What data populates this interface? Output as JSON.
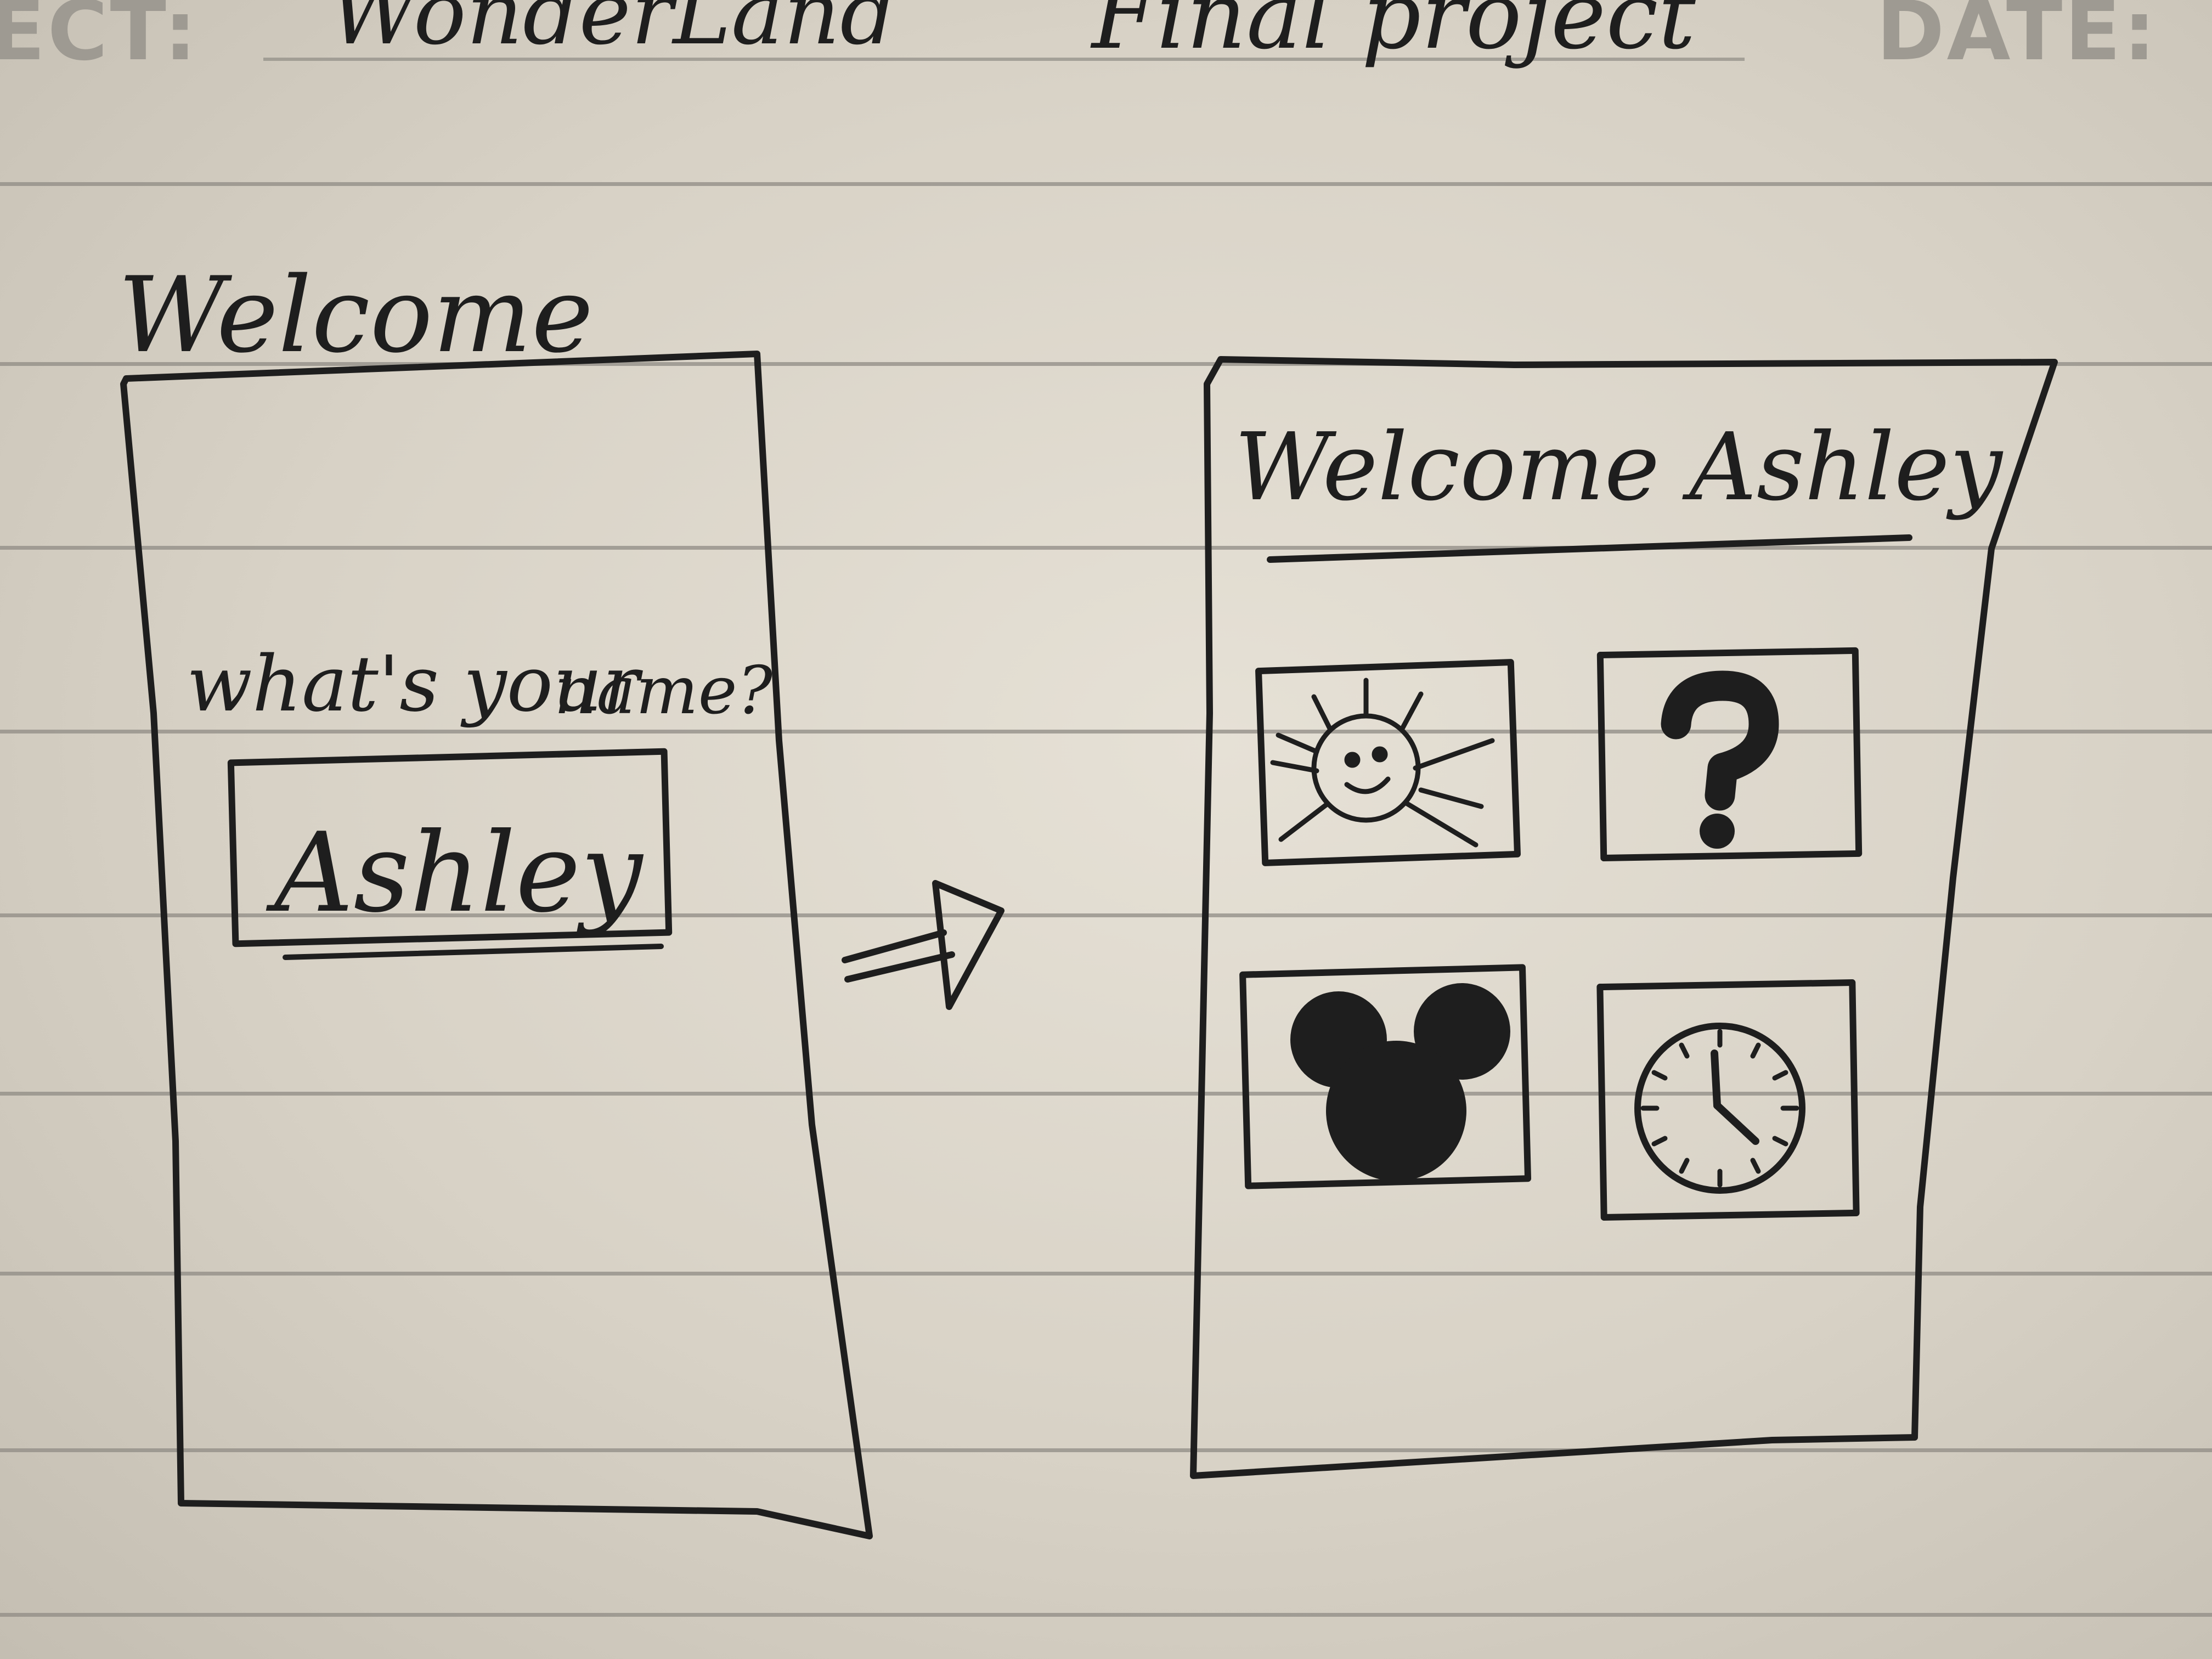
{
  "header": {
    "subject_label": "ECT:",
    "subject_value": "WonderLand",
    "subject_value_2": "Final project",
    "date_label": "DATE:"
  },
  "screen1": {
    "title": "Welcome",
    "prompt_line1": "what's your",
    "prompt_line2": "name?",
    "input_value": "Ashley"
  },
  "screen2": {
    "title": "Welcome Ashley",
    "tiles": [
      {
        "icon": "sun-face-icon"
      },
      {
        "icon": "question-mark-icon"
      },
      {
        "icon": "mouse-ears-icon"
      },
      {
        "icon": "clock-icon"
      }
    ]
  },
  "colors": {
    "ink": "#1e1e1e",
    "paper": "#e2ddd2",
    "rule": "#8f8b84",
    "header_label": "#9e9a92"
  }
}
